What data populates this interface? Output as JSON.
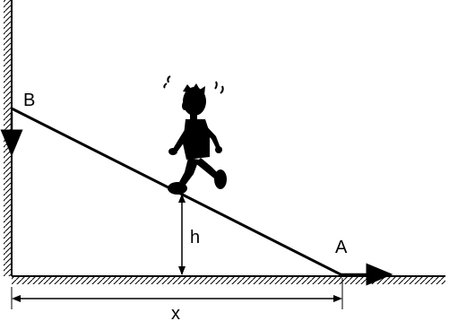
{
  "labels": {
    "top_point": "B",
    "bottom_point": "A",
    "height": "h",
    "horizontal_distance": "x"
  },
  "icons": {
    "figure": "running-boy-icon"
  },
  "colors": {
    "ink": "#000000",
    "background": "#ffffff"
  }
}
